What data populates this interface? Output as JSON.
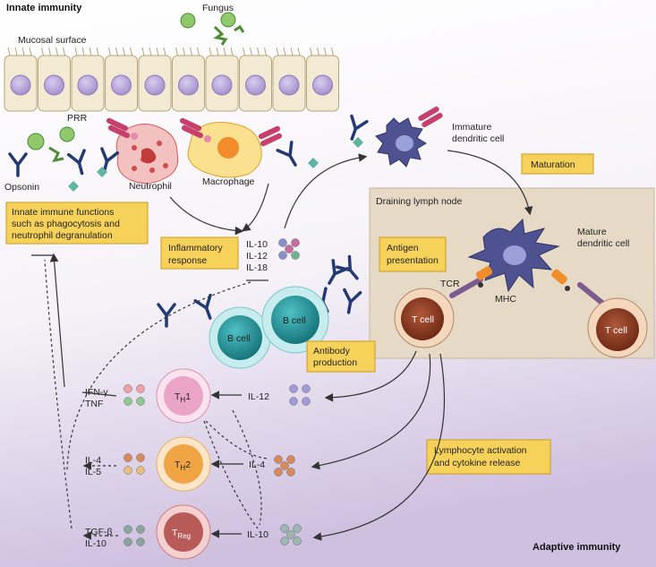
{
  "corner_titles": {
    "innate": "Innate immunity",
    "adaptive": "Adaptive immunity"
  },
  "labels": {
    "fungus": "Fungus",
    "mucosal_surface": "Mucosal surface",
    "prr": "PRR",
    "opsonin": "Opsonin",
    "neutrophil": "Neutrophil",
    "macrophage": "Macrophage",
    "immature_dc_line1": "Immature",
    "immature_dc_line2": "dendritic cell",
    "maturation": "Maturation",
    "draining_lymph_node": "Draining lymph node",
    "mature_dc_line1": "Mature",
    "mature_dc_line2": "dendritic cell",
    "antigen_presentation_line1": "Antigen",
    "antigen_presentation_line2": "presentation",
    "tcr": "TCR",
    "mhc": "MHC",
    "t_cell_left": "T cell",
    "t_cell_right": "T cell",
    "innate_functions_line1": "Innate immune functions",
    "innate_functions_line2": "such as phagocytosis and",
    "innate_functions_line3": "neutrophil degranulation",
    "inflammatory_line1": "Inflammatory",
    "inflammatory_line2": "response",
    "il10_top": "IL-10",
    "il12_top": "IL-12",
    "il18_top": "IL-18",
    "b_cell_left": "B cell",
    "b_cell_right": "B cell",
    "antibody_line1": "Antibody",
    "antibody_line2": "production",
    "ifng": "IFN-γ",
    "tnf": "TNF",
    "il12_mid": "IL-12",
    "th1_main": "T",
    "th1_sub": "H",
    "th1_num": "1",
    "il4_left": "IL-4",
    "il5": "IL-5",
    "il4_right": "IL-4",
    "th2_main": "T",
    "th2_sub": "H",
    "th2_num": "2",
    "lymphocyte_line1": "Lymphocyte activation",
    "lymphocyte_line2": "and cytokine release",
    "tgfb": "TGF-β",
    "il10_bottom_left": "IL-10",
    "il10_bottom_right": "IL-10",
    "treg_main": "T",
    "treg_sub": "Reg"
  },
  "colors": {
    "yellow_box": "#f7d25a",
    "lymph_node_bg": "#e8dcc8",
    "adaptive_bg": "#d9cce6",
    "t_cell_core": "#8a3b22",
    "b_cell": "#1f8f94",
    "th_pink": "#e7a3c1",
    "th2_orange": "#f0a343",
    "treg_red": "#b45a58",
    "dc_purple": "#4a4f8f",
    "antibody_navy": "#243a73"
  }
}
